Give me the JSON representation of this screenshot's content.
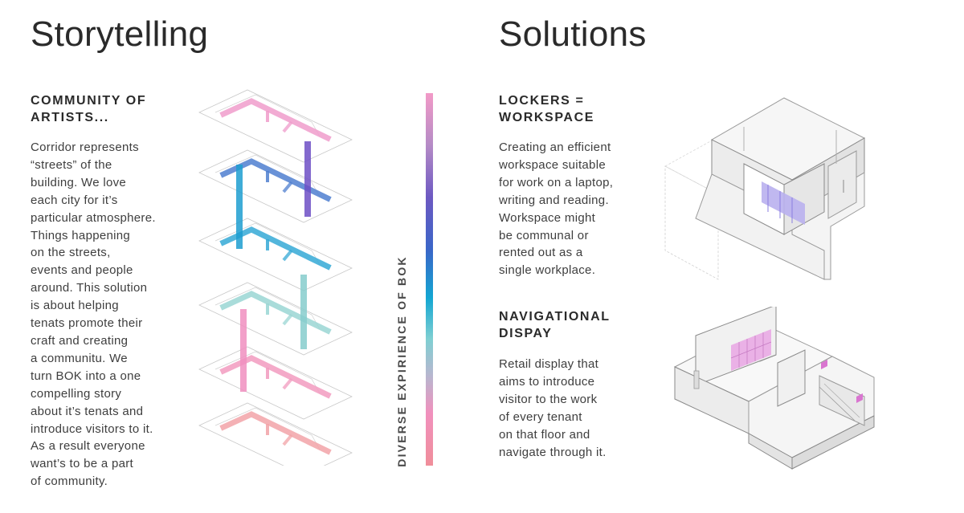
{
  "storytelling": {
    "heading": "Storytelling",
    "subheading": "COMMUNITY OF\nARTISTS...",
    "body": "Corridor represents\n“streets” of the\nbuilding. We love\neach city for it’s\nparticular atmosphere.\nThings happening\non the streets,\nevents and people\naround. This solution\nis about helping\ntenats promote their\ncraft and creating\na communitu. We\nturn BOK into a one\ncompelling story\nabout it’s tenats and\nintroduce visitors to it.\nAs a result everyone\nwant’s to be a part\nof community."
  },
  "axis": {
    "label": "DIVERSE EXPIRIENCE OF BOK",
    "gradient_colors": [
      "#f29ac7",
      "#6d59c2",
      "#13a6d2",
      "#7fcfd2",
      "#f08e9a"
    ]
  },
  "solutions": {
    "heading": "Solutions",
    "items": [
      {
        "title": "LOCKERS =\nWORKSPACE",
        "body": "Creating an efficient\nworkspace suitable\nfor work on a laptop,\nwriting and reading.\nWorkspace might\nbe communal or\nrented out as a\nsingle workplace.",
        "accent": "#9b8ee6"
      },
      {
        "title": "NAVIGATIONAL\nDISPAY",
        "body": "Retail display that\naims to introduce\nvisitor to the work\nof every tenant\non that floor and\nnavigate through it.",
        "accent": "#e39be0"
      }
    ]
  },
  "diagram": {
    "floor_colors": [
      "#f09ccb",
      "#4f7fd0",
      "#35a9d6",
      "#9ad6d4",
      "#f29bbf",
      "#f2a3a8"
    ],
    "riser_colors": [
      "#6d4fc6",
      "#1d9ed0",
      "#86cdcd",
      "#f08fc0"
    ]
  }
}
